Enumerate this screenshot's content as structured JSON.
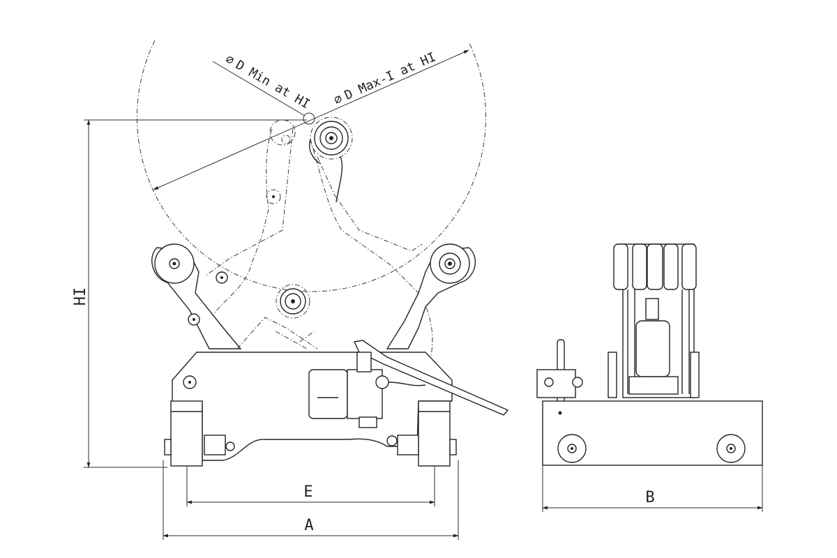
{
  "labels": {
    "d_min": "D Min at HI",
    "d_max": "D Max-I at HI",
    "diameter_symbol": "⌀",
    "dim_h1": "HI",
    "dim_e": "E",
    "dim_a": "A",
    "dim_b": "B"
  },
  "colors": {
    "line": "#222222",
    "background": "#ffffff"
  }
}
